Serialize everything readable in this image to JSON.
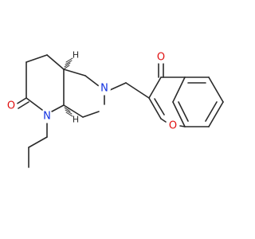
{
  "molecule": {
    "atoms": {
      "o_chromone_ketone": "O",
      "o_chromone_ring": "O",
      "o_lactam": "O",
      "n_piperidine": "N",
      "n_lactam": "N",
      "h_upper": "H",
      "h_lower": "H"
    }
  }
}
